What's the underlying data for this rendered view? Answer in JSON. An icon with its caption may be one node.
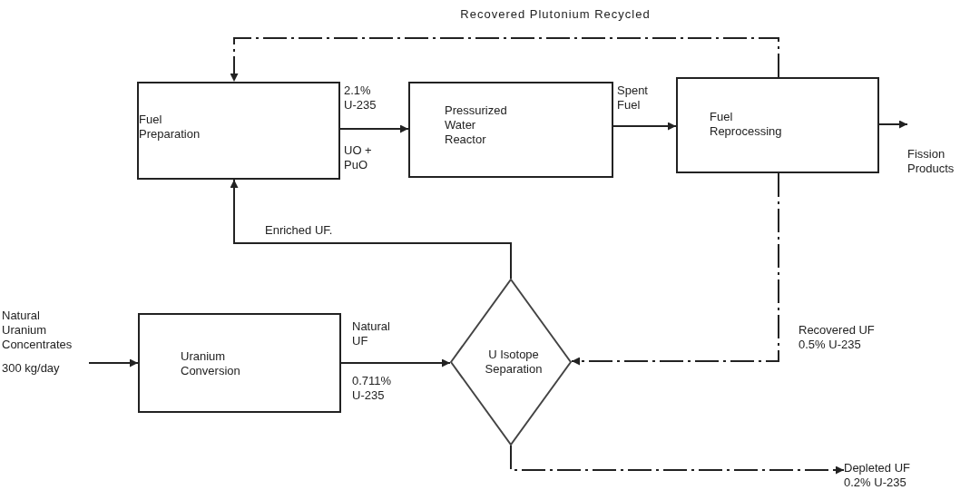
{
  "diagram": {
    "nodes": [
      {
        "text": [
          "Fuel Preparation"
        ]
      },
      {
        "text": [
          "Pressurized Water Reactor"
        ]
      },
      {
        "text": [
          "Fuel Reprocessing"
        ]
      },
      {
        "text": [
          "Uranium Conversion"
        ]
      },
      {
        "text": [
          "U Isotope Separation"
        ]
      },
      {
        "text": [
          "Natural Uranium Concentrates",
          "300 kg/day"
        ]
      },
      {
        "text": [
          "Fission Products"
        ]
      },
      {
        "text": [
          "Depleted UF 0.2% U-235"
        ]
      }
    ],
    "edges": [
      {
        "from": 5,
        "to": 3,
        "arrow": "to"
      },
      {
        "from": 3,
        "to": 4,
        "arrow": "to",
        "label": "Natural UF"
      },
      {
        "from": 4,
        "to": 0,
        "arrow": "to",
        "label": "Enriched UF."
      },
      {
        "from": 0,
        "to": 1,
        "arrow": "to",
        "label": "2.1% U-235"
      },
      {
        "from": 1,
        "to": 2,
        "arrow": "to",
        "label": "Spent Fuel"
      },
      {
        "from": 2,
        "to": 6,
        "arrow": "to"
      },
      {
        "from": 2,
        "to": 0,
        "arrow": "to",
        "label": "Recovered Plutonium Recycled",
        "style": "dashed"
      },
      {
        "from": 2,
        "to": 4,
        "arrow": "to",
        "label": "Recovered UF 0.5% U-235",
        "style": "dashed"
      },
      {
        "from": 4,
        "to": 7,
        "arrow": "to",
        "style": "dashed"
      }
    ],
    "labels": [
      "UO + PuO",
      "0.711% U-235"
    ]
  }
}
